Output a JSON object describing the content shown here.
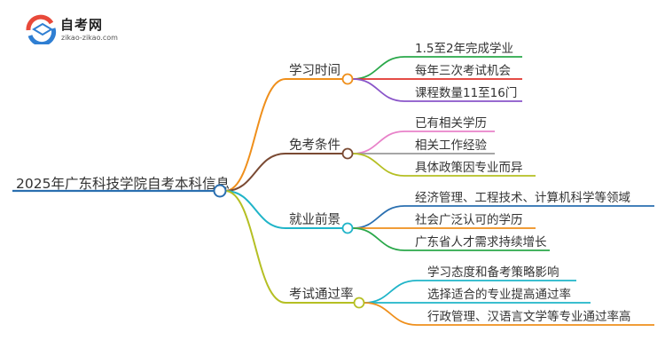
{
  "logo": {
    "title": "自考网",
    "subtitle": "zikao-zikao.com",
    "colors": {
      "red": "#e8493a",
      "blue": "#2f7fd3"
    }
  },
  "root": {
    "label": "2025年广东科技学院自考本科信息",
    "color": "#2a6fb0"
  },
  "branches": [
    {
      "label": "学习时间",
      "color": "#ef8f1b",
      "children": [
        {
          "label": "1.5至2年完成学业",
          "color": "#2aa84a"
        },
        {
          "label": "每年三次考试机会",
          "color": "#e0332c"
        },
        {
          "label": "课程数量11至16门",
          "color": "#8a55c9"
        }
      ]
    },
    {
      "label": "免考条件",
      "color": "#7a4a33",
      "children": [
        {
          "label": "已有相关学历",
          "color": "#e882c9"
        },
        {
          "label": "相关工作经验",
          "color": "#9a9a9a"
        },
        {
          "label": "具体政策因专业而异",
          "color": "#b5bf23"
        }
      ]
    },
    {
      "label": "就业前景",
      "color": "#1fb4c8",
      "children": [
        {
          "label": "经济管理、工程技术、计算机科学等领域",
          "color": "#2a6fb0"
        },
        {
          "label": "社会广泛认可的学历",
          "color": "#ef8f1b"
        },
        {
          "label": "广东省人才需求持续增长",
          "color": "#2aa84a"
        }
      ]
    },
    {
      "label": "考试通过率",
      "color": "#b5bf23",
      "children": [
        {
          "label": "学习态度和备考策略影响",
          "color": "#1fb4c8"
        },
        {
          "label": "选择适合的专业提高通过率",
          "color": "#1fb4c8"
        },
        {
          "label": "行政管理、汉语言文学等专业通过率高",
          "color": "#ef8f1b"
        }
      ]
    }
  ]
}
